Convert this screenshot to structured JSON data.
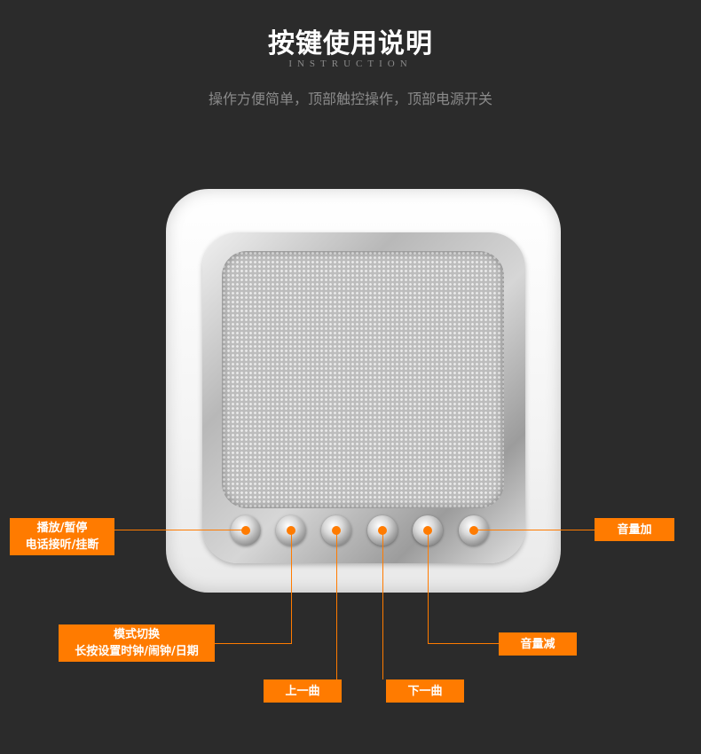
{
  "header": {
    "title": "按键使用说明",
    "subtitle": "INSTRUCTION",
    "description": "操作方便简单，顶部触控操作，顶部电源开关"
  },
  "labels": {
    "play_pause": {
      "line1": "播放/暂停",
      "line2": "电话接听/挂断"
    },
    "volume_up": {
      "line1": "音量加"
    },
    "mode": {
      "line1": "模式切换",
      "line2": "长按设置时钟/闹钟/日期"
    },
    "volume_down": {
      "line1": "音量减"
    },
    "prev": {
      "line1": "上一曲"
    },
    "next": {
      "line1": "下一曲"
    }
  },
  "colors": {
    "accent": "#ff7b00",
    "background": "#2b2b2b"
  }
}
